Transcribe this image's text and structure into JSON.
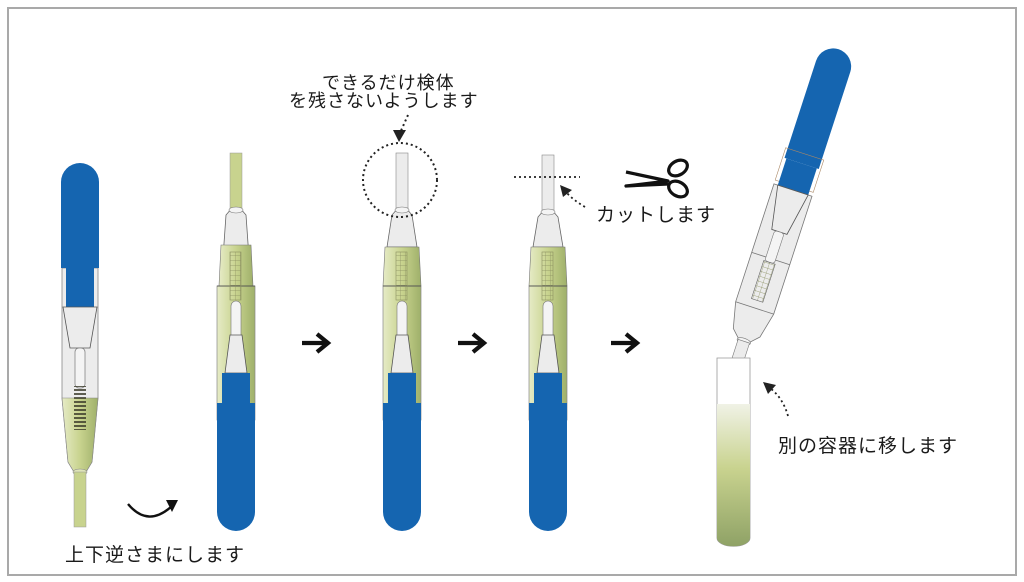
{
  "diagram": {
    "type": "procedure-illustration",
    "steps": [
      {
        "id": "step1",
        "description": "swab tube upright, sample at bottom"
      },
      {
        "id": "step2",
        "description": "tube inverted"
      },
      {
        "id": "step3",
        "description": "sample moved away from tip"
      },
      {
        "id": "step4",
        "description": "cut tip"
      },
      {
        "id": "step5",
        "description": "transfer to another container"
      }
    ],
    "labels": {
      "flip": "上下逆さまにします",
      "leave_line1": "できるだけ検体",
      "leave_line2": "を残さないようします",
      "cut": "カットします",
      "transfer": "別の容器に移します"
    },
    "arrows": [
      "➔",
      "➔",
      "➔"
    ],
    "icons": {
      "scissors": "scissors-icon",
      "rotate": "rotate-arrow-icon"
    },
    "colors": {
      "cap_blue": "#1565b0",
      "liquid_green": "#c8d38e",
      "liquid_green_dark": "#9fb06a",
      "tube_gray": "#ececec",
      "outline": "#555555",
      "frame": "#a9a9a9",
      "text": "#1a1a1a"
    }
  }
}
